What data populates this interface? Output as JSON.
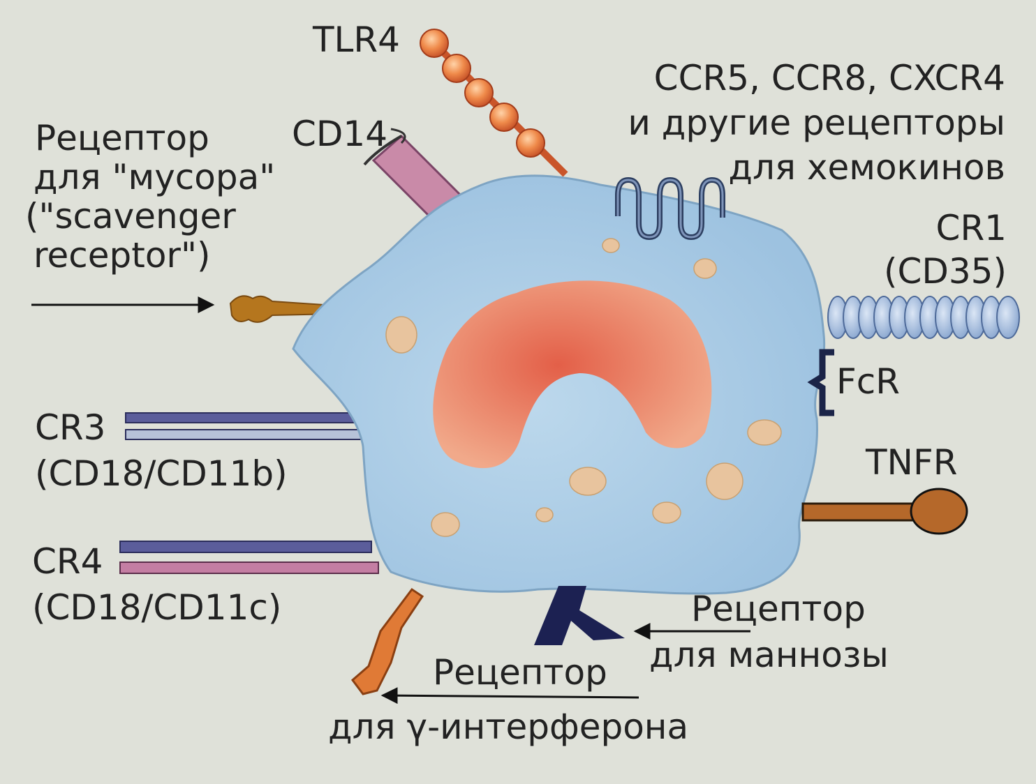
{
  "labels": {
    "tlr4": "TLR4",
    "cd14": "CD14",
    "chemokine": {
      "line1": "CCR5, CCR8, CXCR4",
      "line2": "и другие рецепторы",
      "line3": "для хемокинов"
    },
    "scavenger": {
      "line1": "Рецептор",
      "line2": "для \"мусора\"",
      "line3": "(\"scavenger",
      "line4": "receptor\")"
    },
    "cr1": {
      "line1": "CR1",
      "line2": "(CD35)"
    },
    "fcr": "FcR",
    "cr3": {
      "line1": "CR3",
      "line2": "(CD18/CD11b)"
    },
    "tnfr": "TNFR",
    "cr4": {
      "line1": "CR4",
      "line2": "(CD18/CD11c)"
    },
    "mannose": {
      "line1": "Рецептор",
      "line2": "для маннозы"
    },
    "interferon": {
      "line1": "Рецептор",
      "line2": "для γ-интерферона"
    }
  },
  "colors": {
    "background": "#dfe1d9",
    "cell": "#a9cbe3",
    "nucleus": "#e98667",
    "granule": "#e8c49e",
    "tlr4_bead": "#e86d3a",
    "cd14": "#c98aa8",
    "scavenger": "#b5761e",
    "cr1": "#a9c1e0",
    "fcr": "#1b2448",
    "tnfr": "#b5682a",
    "integrin_beta": "#5b5d9b",
    "cd11b": "#b7c2d8",
    "cd11c": "#c47ea3",
    "mannose": "#1c2152",
    "ifn_receptor": "#e07a36",
    "chemokine_receptor": "#2c3e60"
  }
}
